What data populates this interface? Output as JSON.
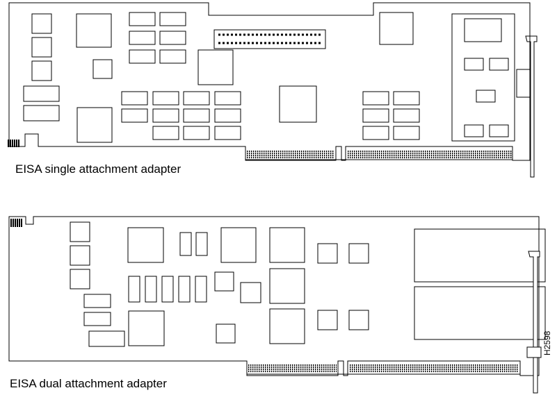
{
  "labels": {
    "single": "EISA single attachment adapter",
    "dual": "EISA dual attachment adapter"
  },
  "figure_id": "H2598",
  "colors": {
    "stroke": "#000000",
    "fill": "#ffffff"
  }
}
